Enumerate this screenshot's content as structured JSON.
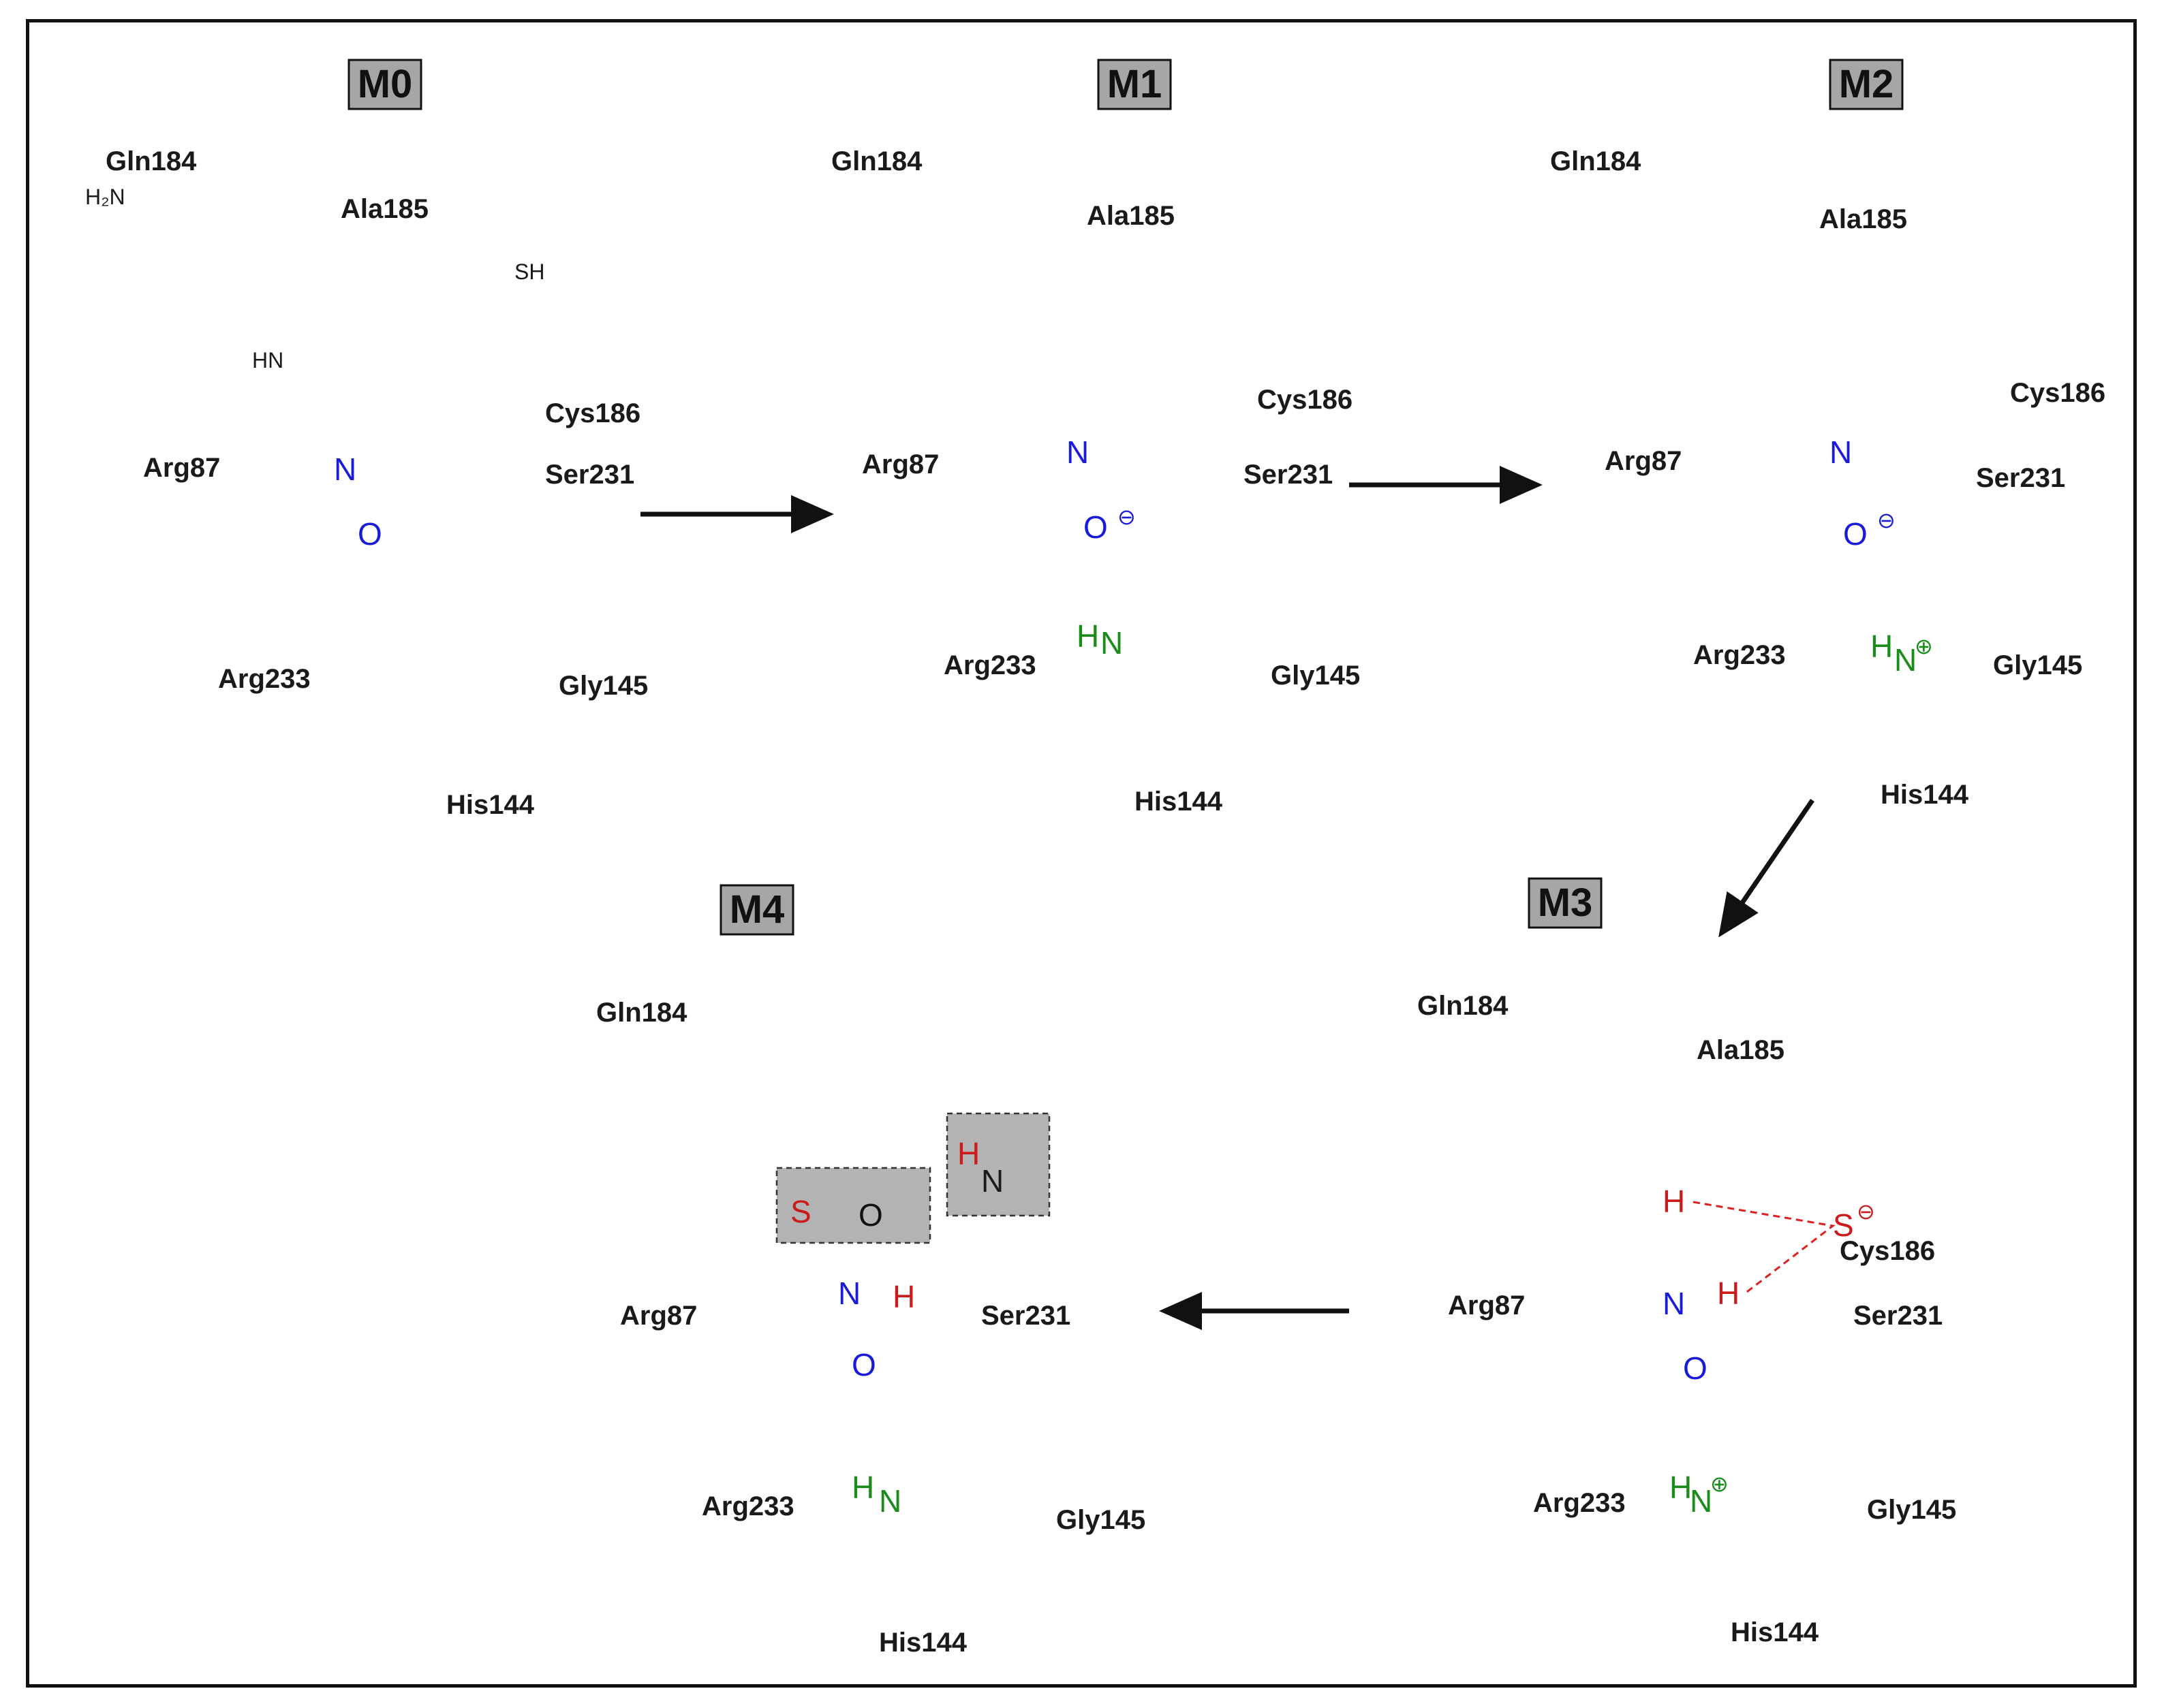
{
  "colors": {
    "nitrogen_blue": "#1a1adb",
    "oxygen_blue": "#1a1adb",
    "green": "#1a8c1a",
    "red": "#cc1a1a",
    "box_fill": "#a6a6a6",
    "highlight_fill": "#b3b3b3"
  },
  "panels": {
    "M0": {
      "title": "M0",
      "labels": {
        "gln": "Gln184",
        "ala": "Ala185",
        "cys": "Cys186",
        "arg87": "Arg87",
        "ser": "Ser231",
        "arg233": "Arg233",
        "gly": "Gly145",
        "his": "His144"
      }
    },
    "M1": {
      "title": "M1",
      "labels": {
        "gln": "Gln184",
        "ala": "Ala185",
        "cys": "Cys186",
        "arg87": "Arg87",
        "ser": "Ser231",
        "arg233": "Arg233",
        "gly": "Gly145",
        "his": "His144"
      }
    },
    "M2": {
      "title": "M2",
      "labels": {
        "gln": "Gln184",
        "ala": "Ala185",
        "cys": "Cys186",
        "arg87": "Arg87",
        "ser": "Ser231",
        "arg233": "Arg233",
        "gly": "Gly145",
        "his": "His144"
      }
    },
    "M3": {
      "title": "M3",
      "labels": {
        "gln": "Gln184",
        "ala": "Ala185",
        "cys": "Cys186",
        "arg87": "Arg87",
        "ser": "Ser231",
        "arg233": "Arg233",
        "gly": "Gly145",
        "his": "His144"
      }
    },
    "M4": {
      "title": "M4",
      "labels": {
        "gln": "Gln184",
        "arg87": "Arg87",
        "ser": "Ser231",
        "arg233": "Arg233",
        "gly": "Gly145",
        "his": "His144"
      }
    }
  },
  "arrows": [
    "M0 to M1",
    "M1 to M2",
    "M2 to M3",
    "M3 to M4"
  ],
  "atoms": {
    "N": "N",
    "O": "O",
    "H": "H",
    "S": "S",
    "NH": "NH",
    "HN": "HN",
    "SH": "SH",
    "H2N": "H₂N",
    "minus": "⊖",
    "plus": "⊕"
  }
}
